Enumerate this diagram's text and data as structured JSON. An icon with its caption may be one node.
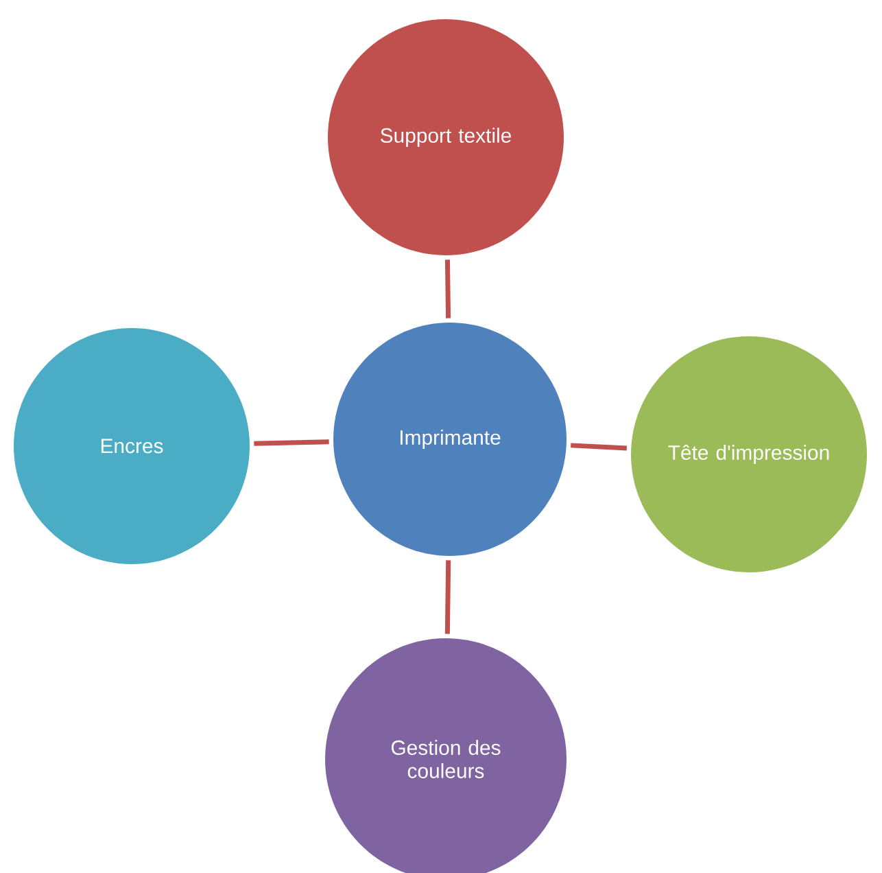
{
  "diagram": {
    "nodes": [
      {
        "text": [
          "Imprimante"
        ]
      },
      {
        "text": [
          "Support textile"
        ]
      },
      {
        "text": [
          "Tête d'impression"
        ]
      },
      {
        "text": [
          "Gestion des couleurs"
        ]
      },
      {
        "text": [
          "Encres"
        ]
      }
    ],
    "edges": [
      {
        "from": 0,
        "to": 1,
        "arrow": "none"
      },
      {
        "from": 0,
        "to": 2,
        "arrow": "none"
      },
      {
        "from": 0,
        "to": 3,
        "arrow": "none"
      },
      {
        "from": 0,
        "to": 4,
        "arrow": "none"
      }
    ]
  }
}
